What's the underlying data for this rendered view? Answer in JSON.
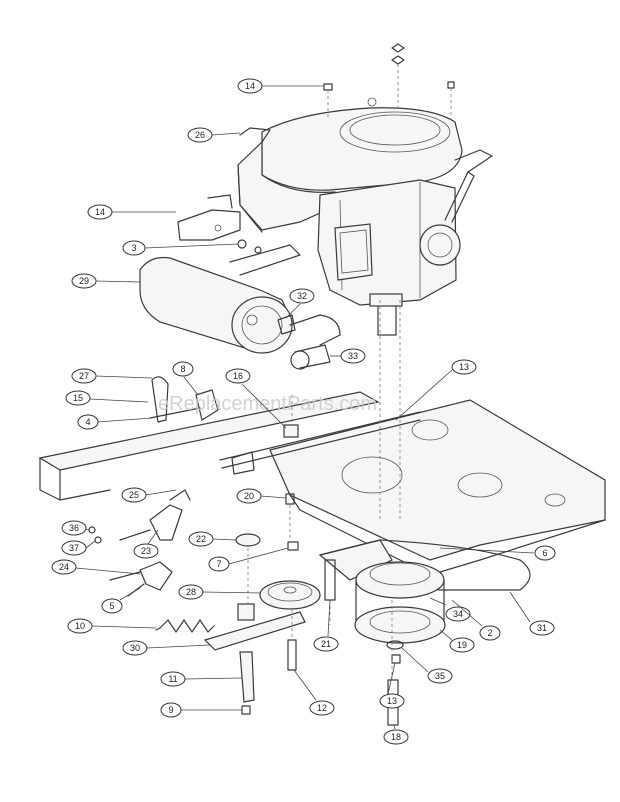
{
  "watermark": "eReplacementParts.com",
  "callouts": [
    "14",
    "26",
    "14",
    "3",
    "29",
    "32",
    "33",
    "27",
    "8",
    "16",
    "13",
    "15",
    "4",
    "25",
    "20",
    "22",
    "36",
    "37",
    "23",
    "24",
    "7",
    "6",
    "28",
    "5",
    "34",
    "31",
    "10",
    "30",
    "21",
    "2",
    "19",
    "11",
    "13",
    "35",
    "12",
    "9",
    "18"
  ]
}
